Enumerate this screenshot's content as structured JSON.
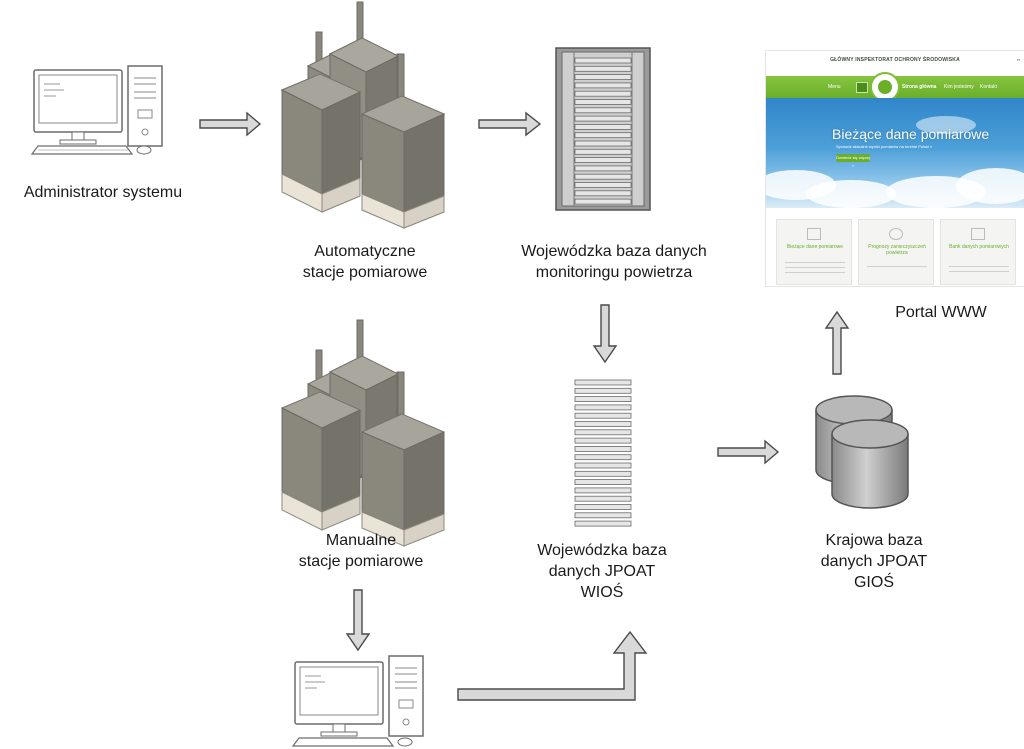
{
  "nodes": {
    "admin": {
      "label_lines": [
        "Administrator systemu"
      ]
    },
    "auto_stations": {
      "label_lines": [
        "Automatyczne",
        "stacje pomiarowe"
      ]
    },
    "regional_air_db": {
      "label_lines": [
        "Wojewódzka baza danych",
        "monitoringu powietrza"
      ]
    },
    "manual_stations": {
      "label_lines": [
        "Manualne",
        "stacje pomiarowe"
      ]
    },
    "regional_jpoat_db": {
      "label_lines": [
        "Wojewódzka baza",
        "danych JPOAT",
        "WIOŚ"
      ]
    },
    "national_db": {
      "label_lines": [
        "Krajowa baza",
        "danych JPOAT",
        "GIOŚ"
      ]
    },
    "portal": {
      "label_lines": [
        "Portal WWW"
      ]
    }
  },
  "portal_screenshot": {
    "site_title": "GŁÓWNY INSPEKTORAT OCHRONY ŚRODOWISKA",
    "nav": {
      "menu": "Menu",
      "home": "Strona główna",
      "about": "Kim jesteśmy",
      "contact": "Kontakt"
    },
    "hero_title": "Bieżące dane pomiarowe",
    "hero_subtitle": "Sprawdź aktualne wyniki pomiarów na terenie Polski »",
    "hero_button": "Dowiedz się więcej »",
    "cards": [
      {
        "title": "Bieżące dane pomiarowe"
      },
      {
        "title": "Prognozy zanieczyszczeń powietrza"
      },
      {
        "title": "Bank danych pomiarowych"
      }
    ]
  },
  "colors": {
    "server_body": "#878379",
    "arrow_fill": "#d9d9d9",
    "portal_green": "#6aae2a"
  }
}
